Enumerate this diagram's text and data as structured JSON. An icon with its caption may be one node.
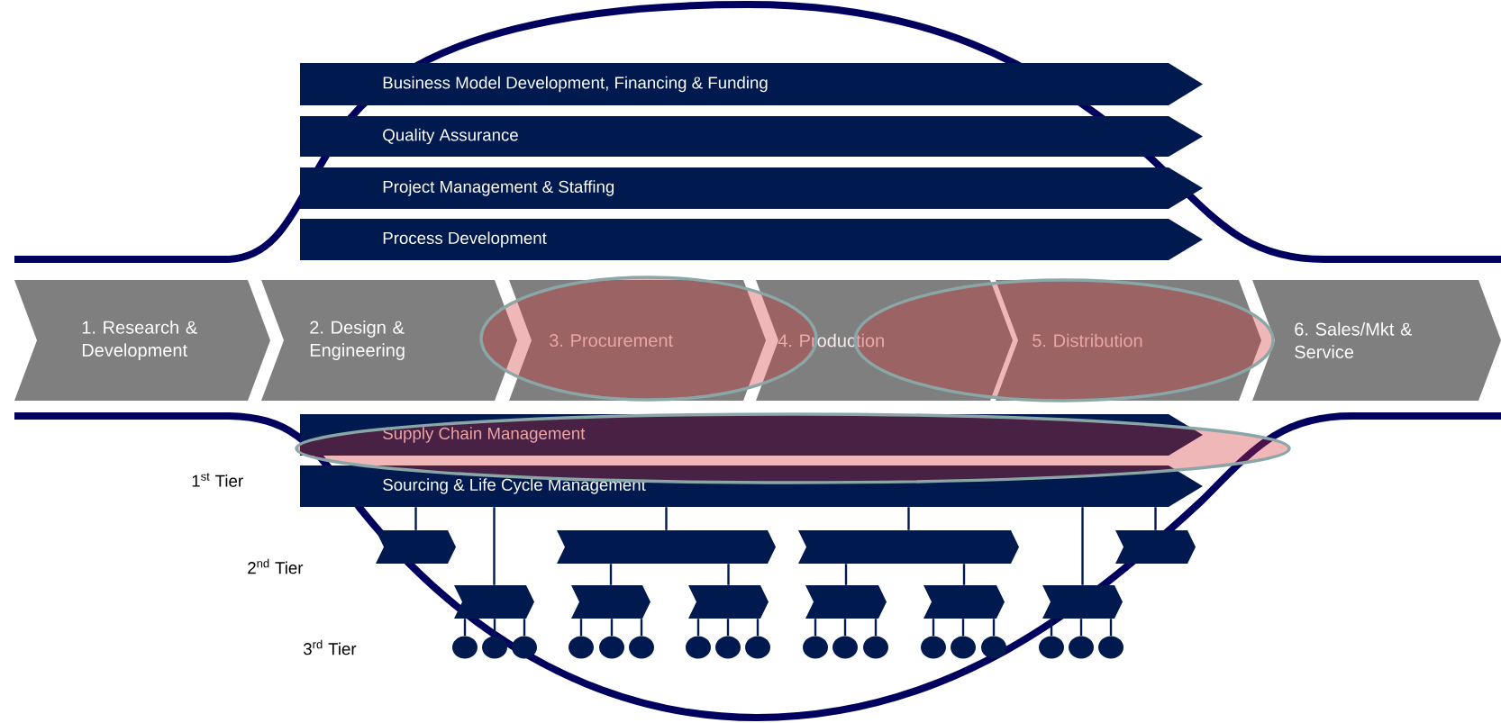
{
  "diagram": {
    "nodes": [
      {
        "text": [
          "Business Model Development, Financing & Funding"
        ]
      },
      {
        "text": [
          "Quality Assurance"
        ]
      },
      {
        "text": [
          "Project Management & Staffing"
        ]
      },
      {
        "text": [
          "Process Development"
        ]
      },
      {
        "text": [
          "1. Research & Development"
        ]
      },
      {
        "text": [
          "2. Design & Engineering"
        ]
      },
      {
        "text": [
          "3. Procurement"
        ]
      },
      {
        "text": [
          "4. Production"
        ]
      },
      {
        "text": [
          "5. Distribution"
        ]
      },
      {
        "text": [
          "6. Sales/Mkt & Service"
        ]
      },
      {
        "text": [
          "Supply Chain Management"
        ]
      },
      {
        "text": [
          "Sourcing & Life Cycle Management"
        ]
      },
      {
        "text": [],
        "shape": "chevron"
      },
      {
        "text": [],
        "shape": "chevron"
      },
      {
        "text": [],
        "shape": "chevron"
      },
      {
        "text": [],
        "shape": "chevron"
      },
      {
        "text": [],
        "shape": "chevron"
      },
      {
        "text": [],
        "shape": "chevron"
      },
      {
        "text": [],
        "shape": "chevron"
      },
      {
        "text": [],
        "shape": "chevron"
      },
      {
        "text": [],
        "shape": "chevron"
      },
      {
        "text": [],
        "shape": "chevron"
      },
      {
        "text": [],
        "shape": "circle"
      },
      {
        "text": [],
        "shape": "circle"
      },
      {
        "text": [],
        "shape": "circle"
      },
      {
        "text": [],
        "shape": "circle"
      },
      {
        "text": [],
        "shape": "circle"
      },
      {
        "text": [],
        "shape": "circle"
      },
      {
        "text": [],
        "shape": "circle"
      },
      {
        "text": [],
        "shape": "circle"
      },
      {
        "text": [],
        "shape": "circle"
      },
      {
        "text": [],
        "shape": "circle"
      },
      {
        "text": [],
        "shape": "circle"
      },
      {
        "text": [],
        "shape": "circle"
      },
      {
        "text": [],
        "shape": "circle"
      },
      {
        "text": [],
        "shape": "circle"
      },
      {
        "text": [],
        "shape": "circle"
      },
      {
        "text": [],
        "shape": "circle"
      },
      {
        "text": [],
        "shape": "circle"
      },
      {
        "text": [],
        "shape": "circle"
      }
    ],
    "edges": [
      {
        "from": 11,
        "to": 12,
        "arrow": "none"
      },
      {
        "from": 11,
        "to": 16,
        "arrow": "none"
      },
      {
        "from": 11,
        "to": 13,
        "arrow": "none"
      },
      {
        "from": 11,
        "to": 14,
        "arrow": "none"
      },
      {
        "from": 11,
        "to": 21,
        "arrow": "none"
      },
      {
        "from": 11,
        "to": 15,
        "arrow": "none"
      },
      {
        "from": 13,
        "to": 17,
        "arrow": "none"
      },
      {
        "from": 13,
        "to": 18,
        "arrow": "none"
      },
      {
        "from": 14,
        "to": 19,
        "arrow": "none"
      },
      {
        "from": 14,
        "to": 20,
        "arrow": "none"
      },
      {
        "from": 16,
        "to": 22,
        "arrow": "none"
      },
      {
        "from": 16,
        "to": 23,
        "arrow": "none"
      },
      {
        "from": 16,
        "to": 24,
        "arrow": "none"
      },
      {
        "from": 17,
        "to": 25,
        "arrow": "none"
      },
      {
        "from": 17,
        "to": 26,
        "arrow": "none"
      },
      {
        "from": 17,
        "to": 27,
        "arrow": "none"
      },
      {
        "from": 18,
        "to": 28,
        "arrow": "none"
      },
      {
        "from": 18,
        "to": 29,
        "arrow": "none"
      },
      {
        "from": 18,
        "to": 30,
        "arrow": "none"
      },
      {
        "from": 19,
        "to": 31,
        "arrow": "none"
      },
      {
        "from": 19,
        "to": 32,
        "arrow": "none"
      },
      {
        "from": 19,
        "to": 33,
        "arrow": "none"
      },
      {
        "from": 20,
        "to": 34,
        "arrow": "none"
      },
      {
        "from": 20,
        "to": 35,
        "arrow": "none"
      },
      {
        "from": 20,
        "to": 36,
        "arrow": "none"
      },
      {
        "from": 21,
        "to": 37,
        "arrow": "none"
      },
      {
        "from": 21,
        "to": 38,
        "arrow": "none"
      },
      {
        "from": 21,
        "to": 39,
        "arrow": "none"
      }
    ],
    "labels": [
      "1$^{st}$ Tier",
      "2$^{nd}$ Tier",
      "3$^{rd}$ Tier"
    ]
  }
}
